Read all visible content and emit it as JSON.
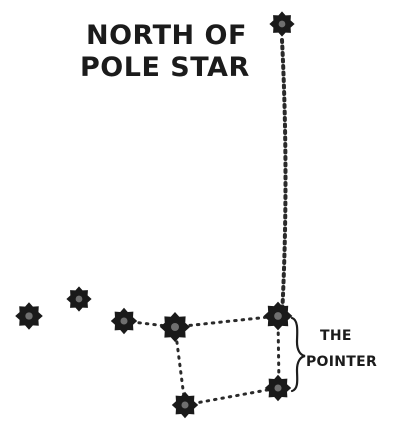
{
  "title": {
    "line1": "NORTH OF",
    "line2": "POLE STAR"
  },
  "annotation": {
    "line1": "THE",
    "line2": "POINTER"
  },
  "colors": {
    "ink": "#1a1a1a",
    "paper": "#ffffff"
  },
  "icons": {
    "star": "eight-pointed-star-icon",
    "brace": "curly-brace-icon"
  }
}
